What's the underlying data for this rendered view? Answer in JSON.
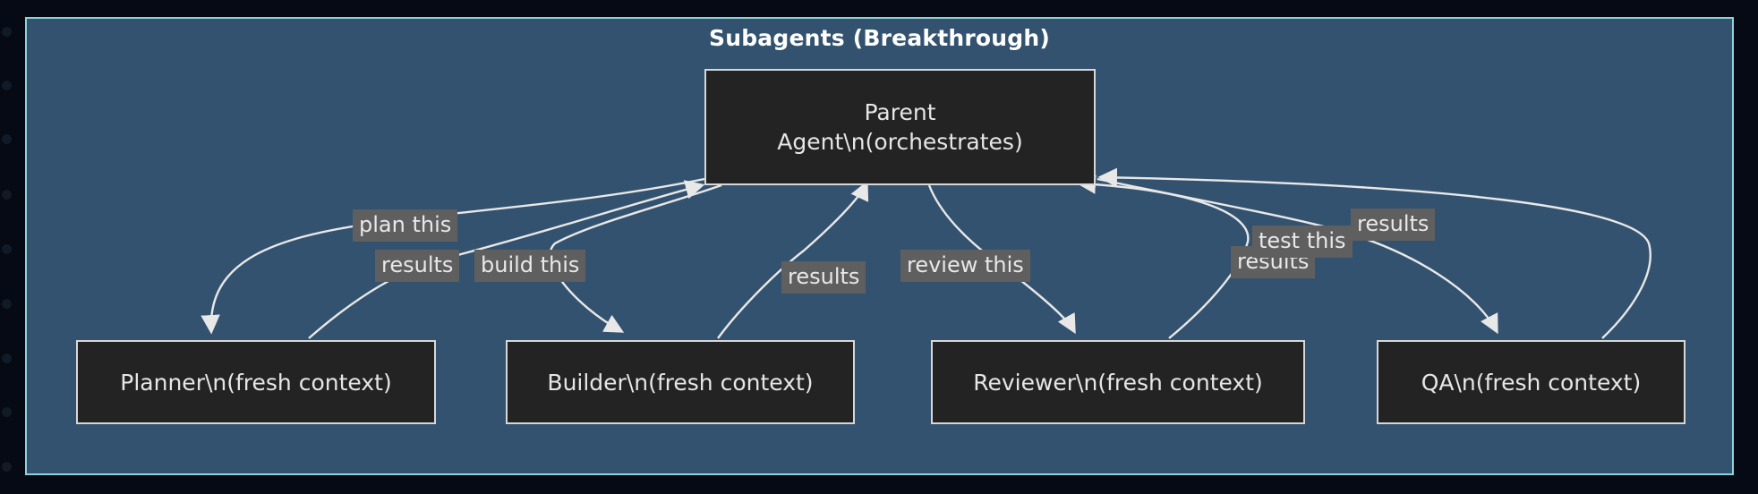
{
  "diagram": {
    "title": "Subagents (Breakthrough)",
    "type": "flowchart",
    "colors": {
      "page_background": "#050a14",
      "panel_background": "#33526f",
      "panel_border": "#8fd3d8",
      "node_fill": "#232323",
      "node_border": "#d7d7d7",
      "node_text": "#e6e6e6",
      "edge_stroke": "#e8e8e8",
      "edge_label_background": "#5f5f5f",
      "edge_label_text": "#e8e8e8",
      "title_text": "#ffffff"
    },
    "nodes": [
      {
        "id": "parent",
        "label_line1": "Parent",
        "label_line2": "Agent\\n(orchestrates)"
      },
      {
        "id": "planner",
        "label": "Planner\\n(fresh context)"
      },
      {
        "id": "builder",
        "label": "Builder\\n(fresh context)"
      },
      {
        "id": "reviewer",
        "label": "Reviewer\\n(fresh context)"
      },
      {
        "id": "qa",
        "label": "QA\\n(fresh context)"
      }
    ],
    "edges": [
      {
        "from": "parent",
        "to": "planner",
        "label": "plan this"
      },
      {
        "from": "planner",
        "to": "parent",
        "label": "results"
      },
      {
        "from": "parent",
        "to": "builder",
        "label": "build this"
      },
      {
        "from": "builder",
        "to": "parent",
        "label": "results"
      },
      {
        "from": "parent",
        "to": "reviewer",
        "label": "review this"
      },
      {
        "from": "reviewer",
        "to": "parent",
        "label": "results"
      },
      {
        "from": "parent",
        "to": "qa",
        "label": "test this"
      },
      {
        "from": "qa",
        "to": "parent",
        "label": "results"
      }
    ],
    "edge_labels": {
      "plan_this": "plan this",
      "results_planner": "results",
      "build_this": "build this",
      "results_builder": "results",
      "review_this": "review this",
      "results_reviewer": "results",
      "test_this": "test this",
      "results_qa": "results"
    }
  }
}
